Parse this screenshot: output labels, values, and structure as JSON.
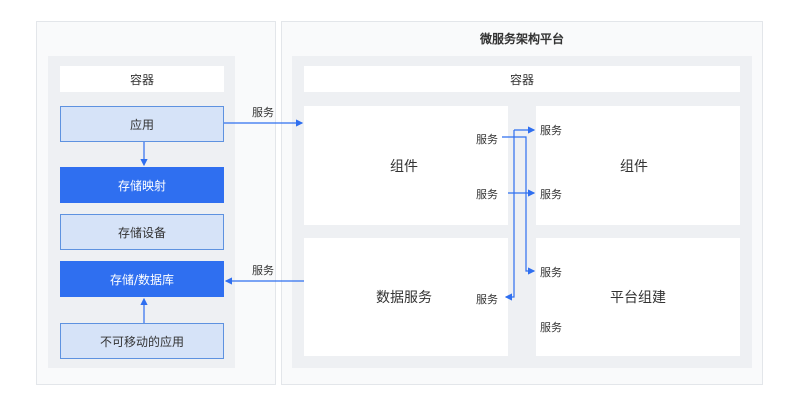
{
  "left": {
    "container_label": "容器",
    "app_label": "应用",
    "storage_mapping_label": "存储映射",
    "storage_device_label": "存储设备",
    "storage_db_label": "存储/数据库",
    "immovable_app_label": "不可移动的应用"
  },
  "platform": {
    "title": "微服务架构平台",
    "container_label": "容器",
    "component_left_label": "组件",
    "component_right_label": "组件",
    "data_service_label": "数据服务",
    "platform_build_label": "平台组建"
  },
  "edges": {
    "app_to_platform": "服务",
    "data_to_storage": "服务",
    "comp_service_out_1": "服务",
    "comp_service_out_2": "服务",
    "comp_service_in_1": "服务",
    "comp_service_in_2": "服务",
    "data_service_out": "服务",
    "platform_service_in_1": "服务",
    "platform_service_in_2": "服务"
  },
  "colors": {
    "accent": "#2f6ff0",
    "light_box": "#d6e3f8",
    "light_box_border": "#5e92e0",
    "panel_bg": "#eef0f3"
  }
}
